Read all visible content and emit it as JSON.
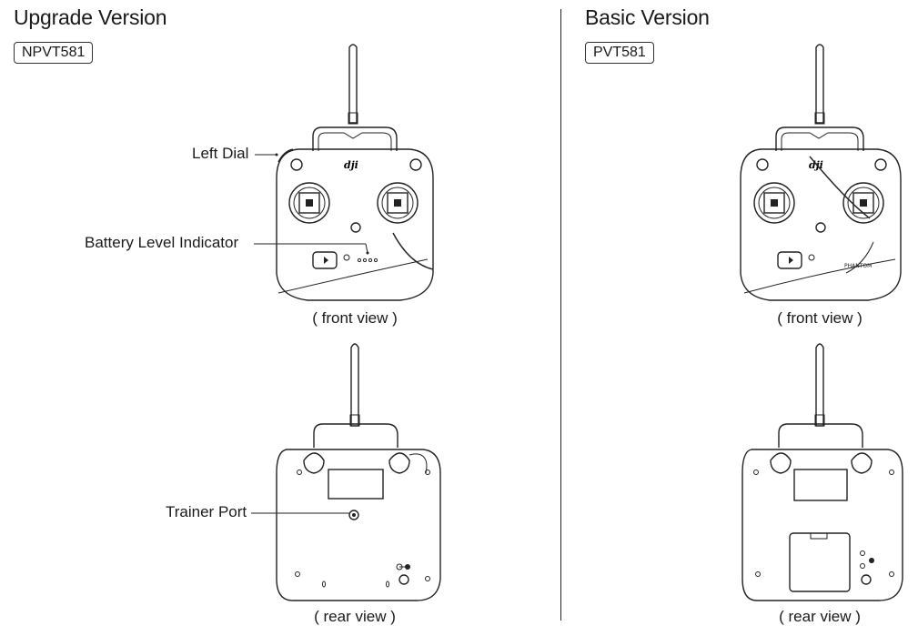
{
  "upgrade": {
    "title": "Upgrade Version",
    "model": "NPVT581",
    "callouts": {
      "left_dial": "Left Dial",
      "battery_indicator": "Battery Level Indicator",
      "trainer_port": "Trainer Port"
    },
    "front_label": "( front view )",
    "rear_label": "( rear view )"
  },
  "basic": {
    "title": "Basic Version",
    "model": "PVT581",
    "front_label": "( front view )",
    "rear_label": "( rear view )"
  }
}
